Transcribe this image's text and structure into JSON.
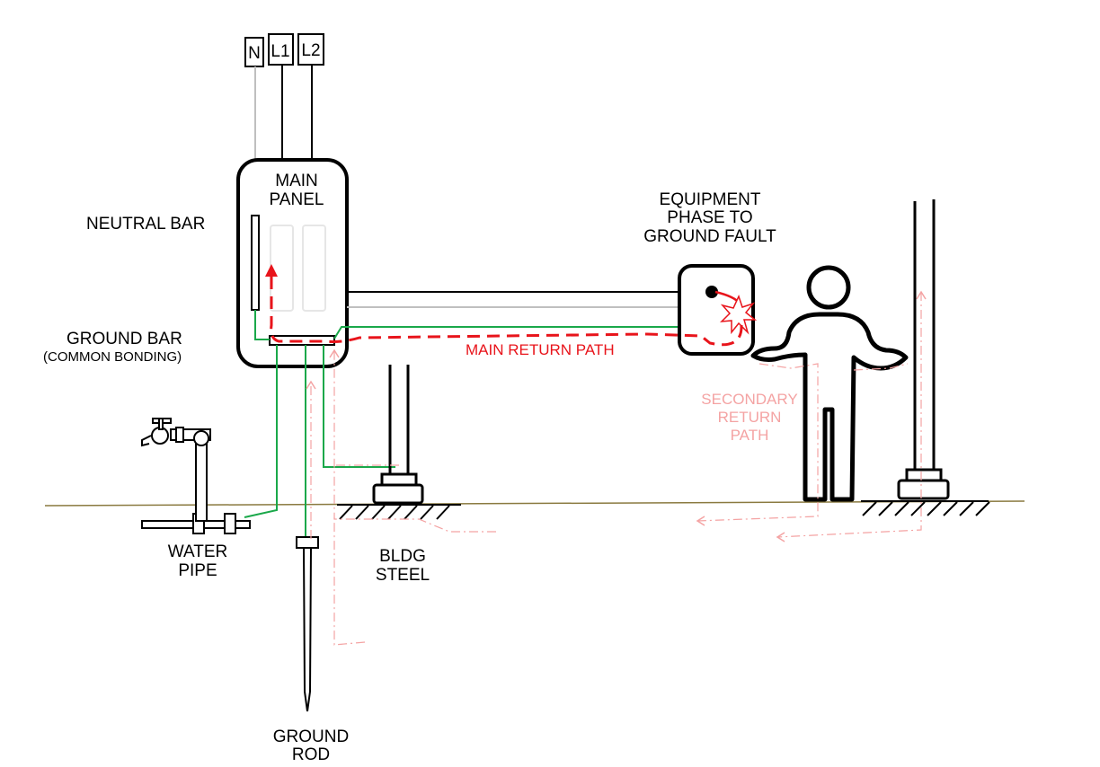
{
  "terminals": {
    "neutral": "N",
    "line1": "L1",
    "line2": "L2"
  },
  "labels": {
    "main_panel_1": "MAIN",
    "main_panel_2": "PANEL",
    "neutral_bar": "NEUTRAL BAR",
    "ground_bar": "GROUND BAR",
    "common_bonding": "(COMMON BONDING)",
    "equipment_1": "EQUIPMENT",
    "equipment_2": "PHASE TO",
    "equipment_3": "GROUND FAULT",
    "main_return_path": "MAIN RETURN PATH",
    "secondary_1": "SECONDARY",
    "secondary_2": "RETURN",
    "secondary_3": "PATH",
    "water_pipe_1": "WATER",
    "water_pipe_2": "PIPE",
    "bldg_steel_1": "BLDG",
    "bldg_steel_2": "STEEL",
    "ground_rod_1": "GROUND",
    "ground_rod_2": "ROD"
  },
  "colors": {
    "conductor": "#000000",
    "neutral_wire": "#bfbfbf",
    "ground_wire": "#1aa84a",
    "main_return": "#e8141b",
    "secondary_return": "#f4a3a3",
    "earth_line": "#8a7a40"
  }
}
